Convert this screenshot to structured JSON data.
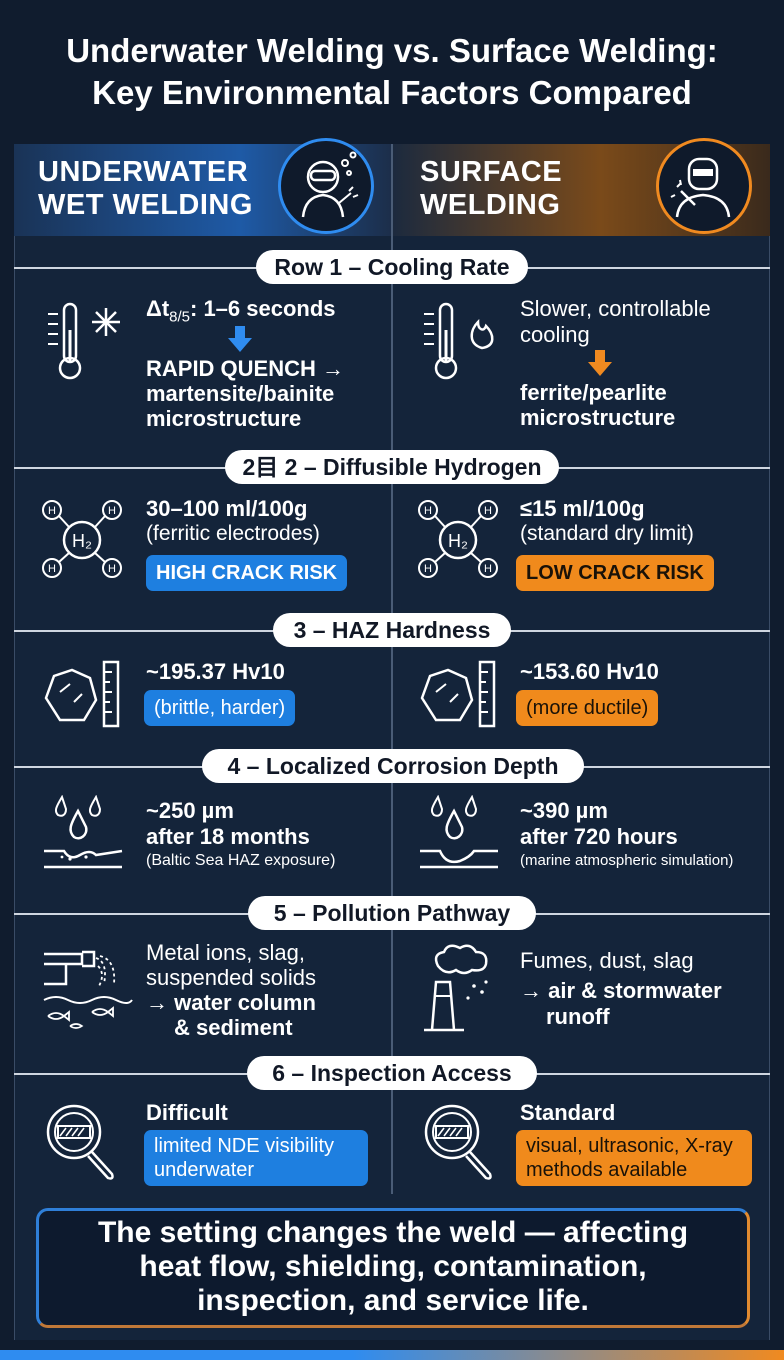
{
  "title": {
    "line1": "Underwater Welding vs. Surface Welding:",
    "line2": "Key Environmental Factors Compared"
  },
  "headers": {
    "left": {
      "line1": "UNDERWATER",
      "line2": "WET WELDING",
      "icon": "diver-welder-icon"
    },
    "right": {
      "line1": "SURFACE",
      "line2": "WELDING",
      "icon": "welder-mask-icon"
    }
  },
  "rows": [
    {
      "label": "Row 1 – Cooling Rate",
      "left": {
        "value": "Δt8/5: 1–6 seconds",
        "value_prefix": "Δt",
        "value_sub": "8/5",
        "value_suffix": ": 1–6 seconds",
        "line2": "RAPID QUENCH →",
        "line3": "martensite/bainite",
        "line4": "microstructure"
      },
      "right": {
        "line1": "Slower, controllable",
        "line2": "cooling",
        "line3": "ferrite/pearlite",
        "line4": "microstructure"
      }
    },
    {
      "label": "2⽬ 2 – Diffusible Hydrogen",
      "left": {
        "value": "30–100 ml/100g",
        "note": "(ferritic electrodes)",
        "badge": "HIGH CRACK RISK"
      },
      "right": {
        "value": "≤15 ml/100g",
        "note": "(standard dry limit)",
        "badge": "LOW CRACK RISK"
      }
    },
    {
      "label": "3 – HAZ Hardness",
      "left": {
        "value": "~195.37 Hv10",
        "badge": "(brittle, harder)"
      },
      "right": {
        "value": "~153.60 Hv10",
        "badge": "(more ductile)"
      }
    },
    {
      "label": "4 – Localized Corrosion Depth",
      "left": {
        "value": "~250 µm",
        "line2": "after 18 months",
        "note": "(Baltic Sea HAZ exposure)"
      },
      "right": {
        "value": "~390 µm",
        "line2": "after 720 hours",
        "note": "(marine atmospheric simulation)"
      }
    },
    {
      "label": "5 – Pollution Pathway",
      "left": {
        "line1": "Metal ions, slag,",
        "line2": "suspended solids",
        "line3": "→ water column",
        "line4": "& sediment"
      },
      "right": {
        "line1": "Fumes, dust, slag",
        "line2": "→ air & stormwater",
        "line3": "runoff"
      }
    },
    {
      "label": "6 – Inspection Access",
      "left": {
        "value": "Difficult",
        "box1": "limited NDE visibility",
        "box2": "underwater"
      },
      "right": {
        "value": "Standard",
        "box1": "visual, ultrasonic, X-ray",
        "box2": "methods available"
      }
    }
  ],
  "footer": {
    "line1": "The setting changes the weld — affecting",
    "line2": "heat flow, shielding, contamination,",
    "line3": "inspection, and service life."
  },
  "colors": {
    "blue": "#1e7fe0",
    "orange": "#f08a1c",
    "background": "#101c2e"
  }
}
